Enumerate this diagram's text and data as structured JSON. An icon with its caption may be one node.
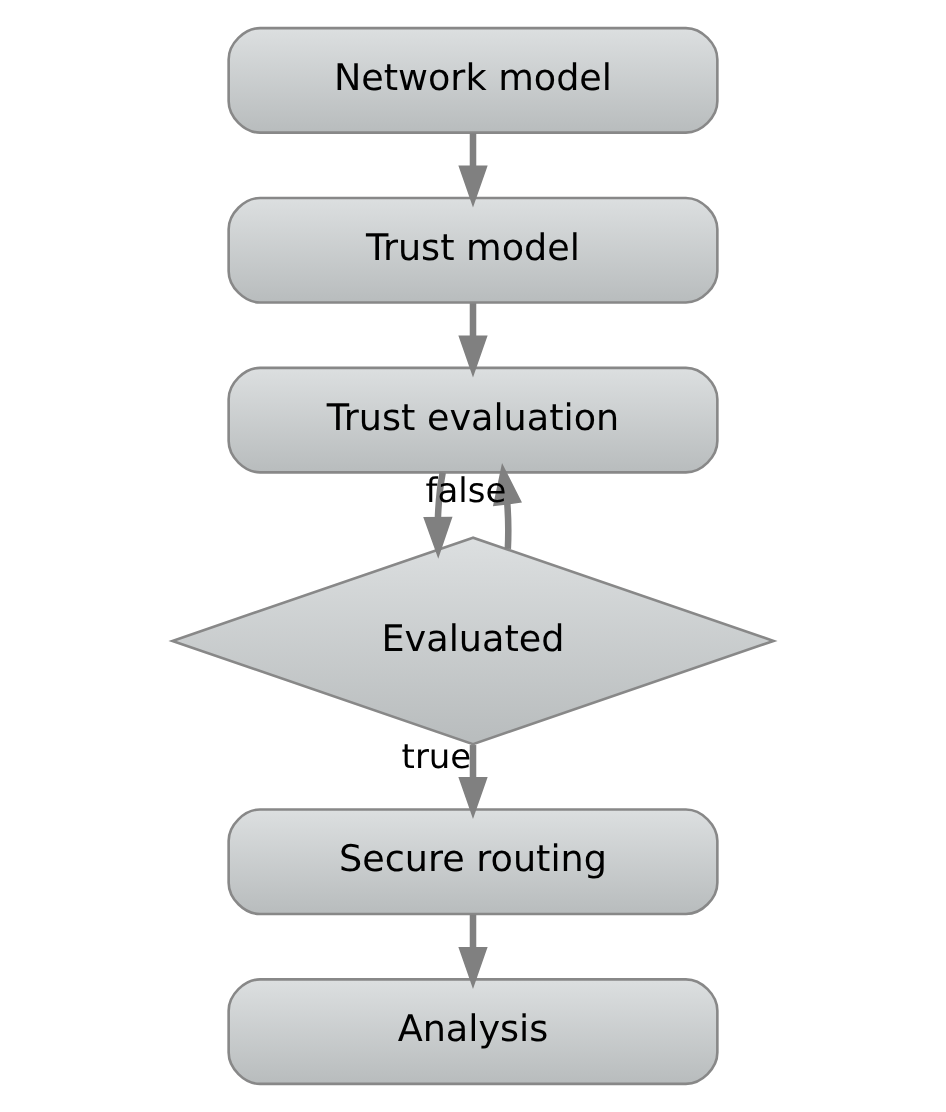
{
  "diagram": {
    "nodes": [
      {
        "text": [
          "Network model"
        ]
      },
      {
        "text": [
          "Trust model"
        ]
      },
      {
        "text": [
          "Trust evaluation"
        ]
      },
      {
        "text": [
          "Evaluated"
        ]
      },
      {
        "text": [
          "Secure routing"
        ]
      },
      {
        "text": [
          "Analysis"
        ]
      }
    ],
    "edges": [
      {
        "from": 0,
        "to": 1,
        "arrow": "to"
      },
      {
        "from": 1,
        "to": 2,
        "arrow": "to"
      },
      {
        "from": 2,
        "to": 3,
        "arrow": "to"
      },
      {
        "from": 3,
        "to": 2,
        "arrow": "to",
        "label": "false"
      },
      {
        "from": 3,
        "to": 4,
        "arrow": "to",
        "label": "true"
      },
      {
        "from": 4,
        "to": 5,
        "arrow": "to"
      }
    ]
  }
}
